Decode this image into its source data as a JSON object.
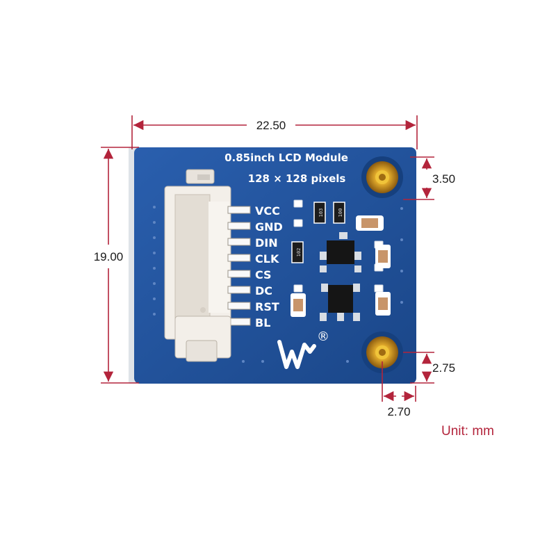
{
  "board": {
    "title": "0.85inch LCD Module",
    "subtitle": "128 × 128 pixels",
    "pins": [
      "VCC",
      "GND",
      "DIN",
      "CLK",
      "CS",
      "DC",
      "RST",
      "BL"
    ],
    "logo_mark": "®",
    "component_codes": [
      "103",
      "100",
      "102"
    ],
    "board_color": "#1f4f9a",
    "accent_color": "#b3243b"
  },
  "dimensions": {
    "width": "22.50",
    "height": "19.00",
    "hole_top_offset": "3.50",
    "hole_bottom_offset": "2.75",
    "hole_side_offset": "2.70",
    "unit": "Unit: mm"
  }
}
